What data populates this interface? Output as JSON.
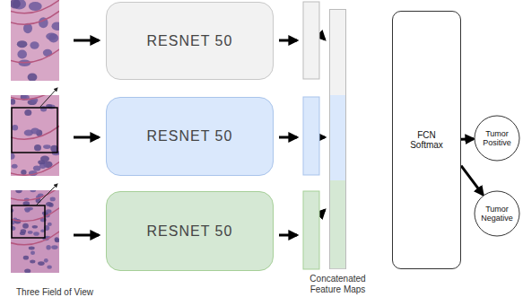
{
  "diagram": {
    "nodes": [
      {
        "text": [
          "RESNET 50"
        ]
      },
      {
        "text": [
          "RESNET 50"
        ]
      },
      {
        "text": [
          "RESNET 50"
        ]
      },
      {
        "text": [
          "Concatenated Feature Maps"
        ]
      },
      {
        "text": [
          "FCN Softmax"
        ]
      },
      {
        "text": [
          "Tumor Positive"
        ]
      },
      {
        "text": [
          "Tumor Negative"
        ]
      }
    ],
    "edges": [
      {
        "from": 4,
        "to": 5,
        "arrow": "to"
      },
      {
        "from": 4,
        "to": 6,
        "arrow": "to"
      }
    ],
    "labels": [
      "Three Field of View"
    ]
  }
}
